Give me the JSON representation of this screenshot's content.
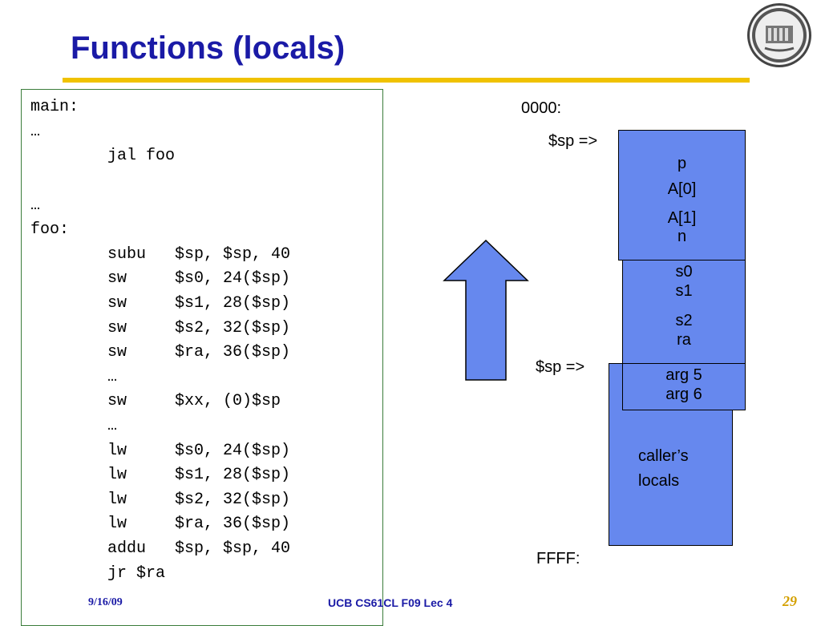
{
  "slide": {
    "title": "Functions (locals)",
    "footer_date": "9/16/09",
    "footer_course": "UCB CS61CL F09 Lec 4",
    "page_number": "29"
  },
  "colors": {
    "title": "#1a1aa6",
    "rule": "#f0c200",
    "stack_fill": "#6688ee",
    "code_border": "#3b7d3b"
  },
  "code": {
    "lines": [
      "main:",
      "…",
      "        jal foo",
      "",
      "…",
      "foo:",
      "        subu   $sp, $sp, 40",
      "        sw     $s0, 24($sp)",
      "        sw     $s1, 28($sp)",
      "        sw     $s2, 32($sp)",
      "        sw     $ra, 36($sp)",
      "        …",
      "        sw     $xx, (0)$sp",
      "        …",
      "        lw     $s0, 24($sp)",
      "        lw     $s1, 28($sp)",
      "        lw     $s2, 32($sp)",
      "        lw     $ra, 36($sp)",
      "        addu   $sp, $sp, 40",
      "        jr $ra"
    ]
  },
  "stack": {
    "addr_top": "0000:",
    "addr_bottom": "FFFF:",
    "sp_label": "$sp =>",
    "locals": [
      "p",
      "A[0]",
      "A[1]",
      "n"
    ],
    "saved": [
      "s0",
      "s1",
      "s2",
      "ra"
    ],
    "args": [
      "arg 5",
      "arg 6"
    ],
    "caller": [
      "caller’s",
      "locals"
    ]
  },
  "icons": {
    "arrow": "up-arrow-icon",
    "logo": "university-seal-icon"
  }
}
